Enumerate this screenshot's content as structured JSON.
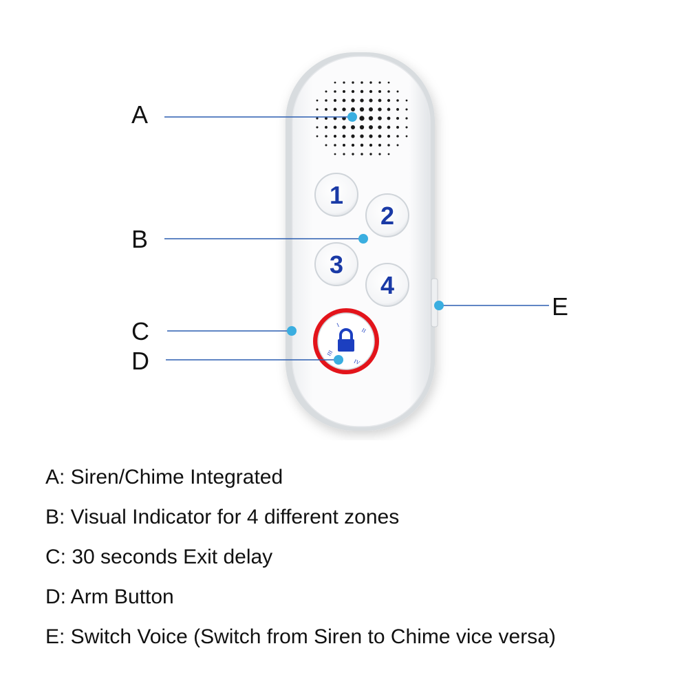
{
  "diagram": {
    "callouts": {
      "a": "A",
      "b": "B",
      "c": "C",
      "d": "D",
      "e": "E"
    },
    "buttons": [
      "1",
      "2",
      "3",
      "4"
    ],
    "arm_button": {
      "marks": [
        "I",
        "II",
        "III",
        "IV"
      ],
      "icon": "lock-icon"
    }
  },
  "legend": [
    "A: Siren/Chime Integrated",
    "B: Visual Indicator for 4 different zones",
    "C: 30 seconds Exit delay",
    "D: Arm Button",
    "E: Switch Voice (Switch from Siren to Chime vice versa)"
  ],
  "colors": {
    "leader_line": "#2a5db0",
    "leader_dot": "#3aaee0",
    "digit": "#1a3aa6",
    "arm_ring": "#e3141b",
    "lock": "#1c3fc0"
  }
}
